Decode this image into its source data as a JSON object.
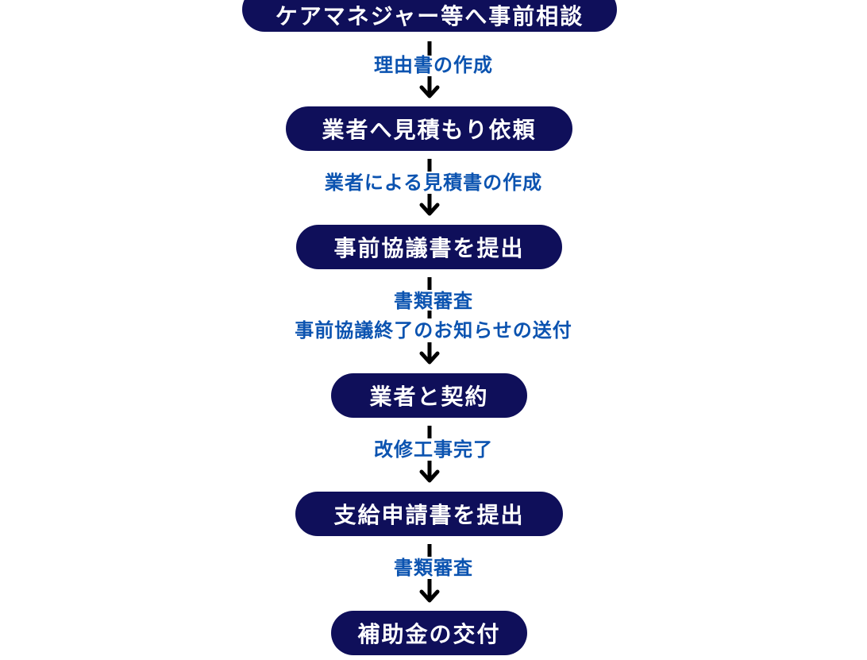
{
  "flow": {
    "step1": "ケアマネジャー等へ事前相談",
    "label1": "理由書の作成",
    "step2": "業者へ見積もり依頼",
    "label2": "業者による見積書の作成",
    "step3": "事前協議書を提出",
    "label3a": "書類審査",
    "label3b": "事前協議終了のお知らせの送付",
    "step4": "業者と契約",
    "label4": "改修工事完了",
    "step5": "支給申請書を提出",
    "label5": "書類審査",
    "step6": "補助金の交付"
  },
  "colors": {
    "step_background": "#0f0f5a",
    "step_text": "#ffffff",
    "label_text": "#0b53b0",
    "arrow": "#000000"
  }
}
